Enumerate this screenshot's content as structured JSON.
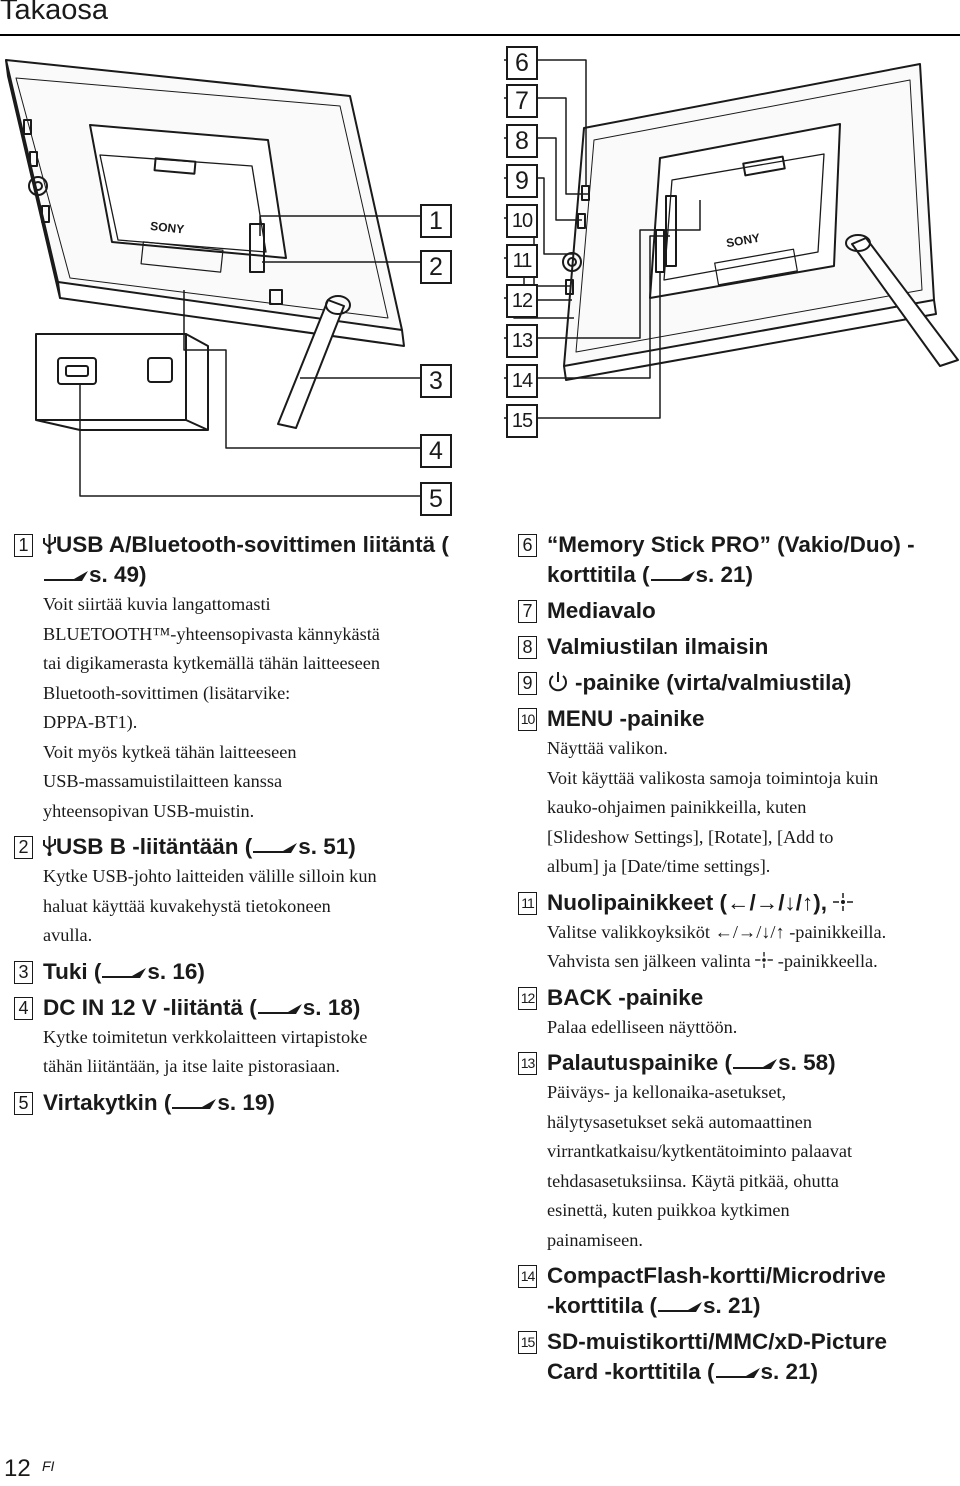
{
  "page": {
    "title": "Takaosa",
    "page_number": "12",
    "page_lang": "FI"
  },
  "figure": {
    "brand_left": "SONY",
    "brand_right": "SONY",
    "callouts": [
      "1",
      "2",
      "3",
      "4",
      "5",
      "6",
      "7",
      "8",
      "9",
      "10",
      "11",
      "12",
      "13",
      "14",
      "15"
    ]
  },
  "items": [
    {
      "num": "1",
      "head": "USB A/Bluetooth-sovittimen liitäntä (",
      "page_ref": "s. 49)",
      "has_usb": true,
      "body": [
        "Voit siirtää kuvia langattomasti",
        "BLUETOOTH™-yhteensopivasta kännykästä",
        "tai digikamerasta kytkemällä tähän laitteeseen",
        "Bluetooth-sovittimen (lisätarvike:",
        "DPPA-BT1).",
        "Voit myös kytkeä tähän laitteeseen",
        "USB-massamuistilaitteen kanssa",
        "yhteensopivan USB-muistin."
      ]
    },
    {
      "num": "2",
      "head": "USB B -liitäntään (",
      "page_ref": "s. 51)",
      "has_usb": true,
      "body": [
        "Kytke USB-johto laitteiden välille silloin kun",
        "haluat käyttää kuvakehystä tietokoneen",
        "avulla."
      ]
    },
    {
      "num": "3",
      "head": "Tuki (",
      "page_ref": "s. 16)"
    },
    {
      "num": "4",
      "head": "DC IN 12 V -liitäntä (",
      "page_ref": "s. 18)",
      "body": [
        "Kytke toimitetun verkkolaitteen virtapistoke",
        "tähän liitäntään, ja itse laite pistorasiaan."
      ]
    },
    {
      "num": "5",
      "head": "Virtakytkin (",
      "page_ref": "s. 19)"
    },
    {
      "num": "6",
      "head": "“Memory Stick PRO” (Vakio/Duo) -",
      "head2": "korttitila (",
      "page_ref": "s. 21)"
    },
    {
      "num": "7",
      "head": "Mediavalo"
    },
    {
      "num": "8",
      "head": "Valmiustilan ilmaisin"
    },
    {
      "num": "9",
      "head": "-painike (virta/valmiustila)",
      "has_power": true
    },
    {
      "num": "10",
      "head": "MENU -painike",
      "body": [
        "Näyttää valikon.",
        "Voit käyttää valikosta samoja toimintoja kuin",
        "kauko-ohjaimen painikkeilla, kuten",
        "[Slideshow Settings], [Rotate], [Add to",
        "album] ja [Date/time settings]."
      ]
    },
    {
      "num": "11",
      "head": "Nuolipainikkeet (←/→/↓/↑),",
      "body": [
        "Valitse valikkoyksiköt ←/→/↓/↑ -painikkeilla.",
        "Vahvista sen jälkeen valinta",
        "-painikkeella."
      ]
    },
    {
      "num": "12",
      "head": "BACK -painike",
      "body": [
        "Palaa edelliseen näyttöön."
      ]
    },
    {
      "num": "13",
      "head": "Palautuspainike (",
      "page_ref": "s. 58)",
      "body": [
        "Päiväys- ja kellonaika-asetukset,",
        "hälytysasetukset sekä automaattinen",
        "virrantkatkaisu/kytkentätoiminto palaavat",
        "tehdasasetuksiinsa. Käytä pitkää, ohutta",
        "esinettä, kuten puikkoa kytkimen",
        "painamiseen."
      ]
    },
    {
      "num": "14",
      "head": "CompactFlash-kortti/Microdrive",
      "head2": "-korttitila (",
      "page_ref": "s. 21)"
    },
    {
      "num": "15",
      "head": "SD-muistikortti/MMC/xD-Picture",
      "head2": "Card -korttitila (",
      "page_ref": "s. 21)"
    }
  ]
}
